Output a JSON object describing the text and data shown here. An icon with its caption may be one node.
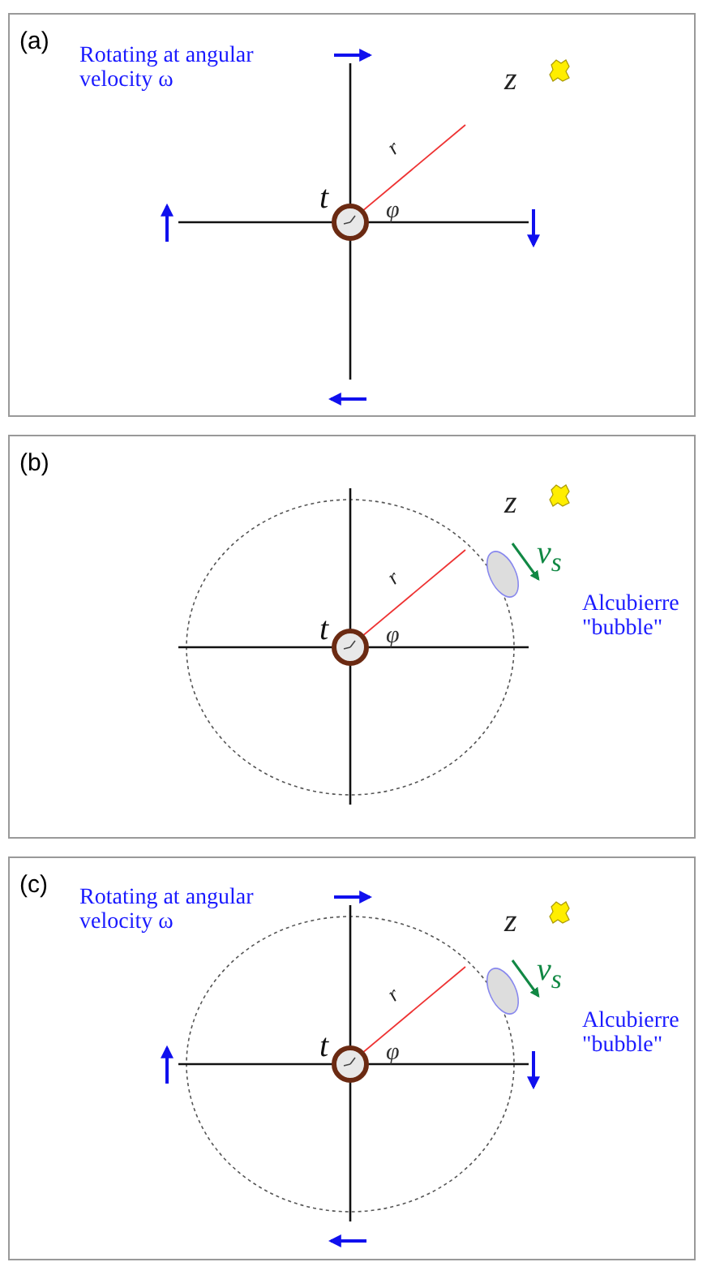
{
  "diagram": {
    "nodes": [
      {
        "text": [
          "(a)"
        ]
      },
      {
        "text": [
          "(b)"
        ]
      },
      {
        "text": [
          "(c)"
        ]
      }
    ],
    "labels": [
      "Rotating at angular velocity ω",
      "z",
      "r",
      "t",
      "φ",
      "z",
      "v$_{s}$",
      "r",
      "Alcubierre \"bubble\"",
      "t",
      "φ",
      "Rotating at angular velocity ω",
      "z",
      "v$_{s}$",
      "r",
      "Alcubierre \"bubble\"",
      "t",
      "φ"
    ]
  }
}
